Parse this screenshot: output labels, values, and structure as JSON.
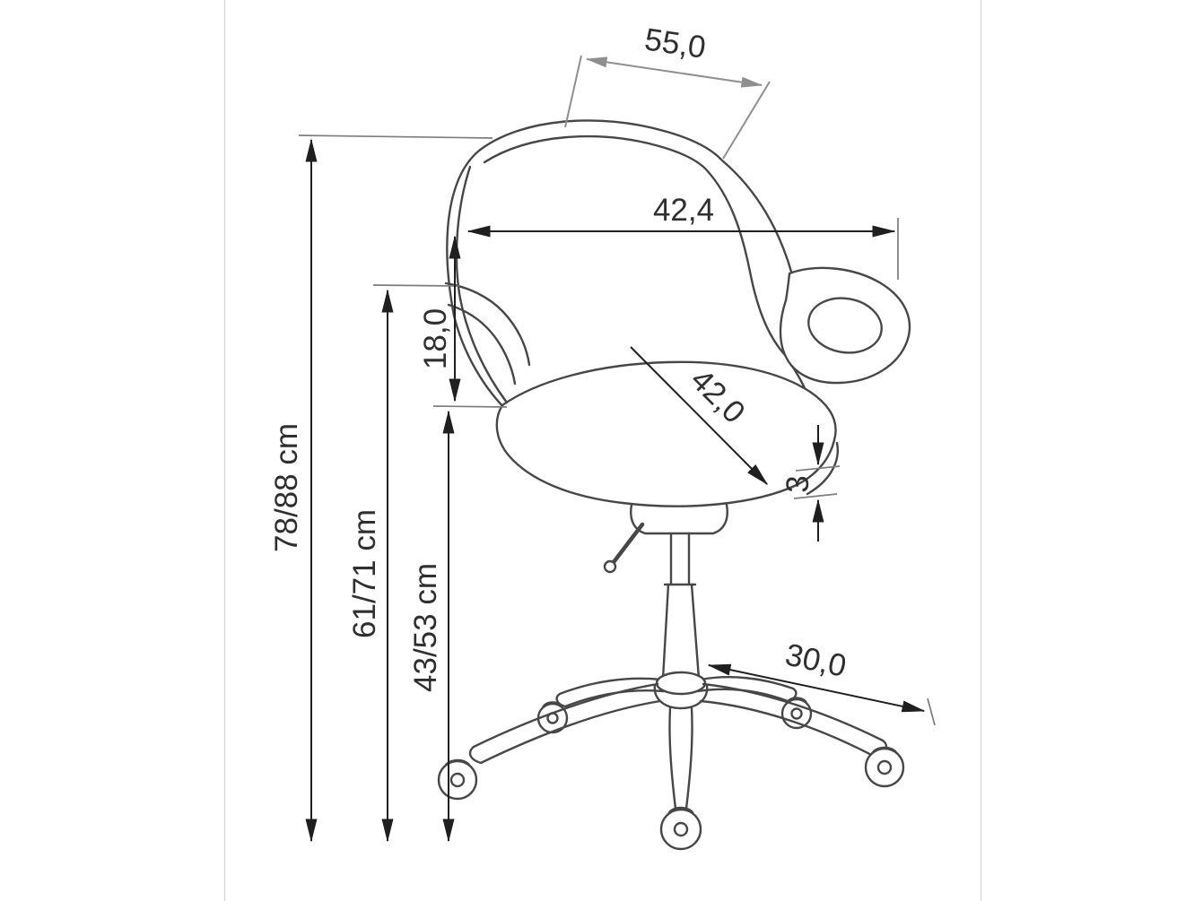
{
  "page": {
    "background": "#ffffff",
    "border_color": "#dcdcdc"
  },
  "diagram": {
    "subject": "office swivel chair technical drawing with dimensions",
    "line_color": "#474747",
    "dimension_color": "#1f1f1f",
    "dimension_gray": "#8f8f8f",
    "dimensions": {
      "backrest_top_depth": "55,0",
      "backrest_width": "42,4",
      "backrest_to_seat": "18,0",
      "overall_height": "78/88 cm",
      "armrest_height": "61/71 cm",
      "seat_height": "43/53 cm",
      "seat_depth": "42,0",
      "seat_thickness": "3",
      "base_leg_length": "30,0"
    }
  }
}
